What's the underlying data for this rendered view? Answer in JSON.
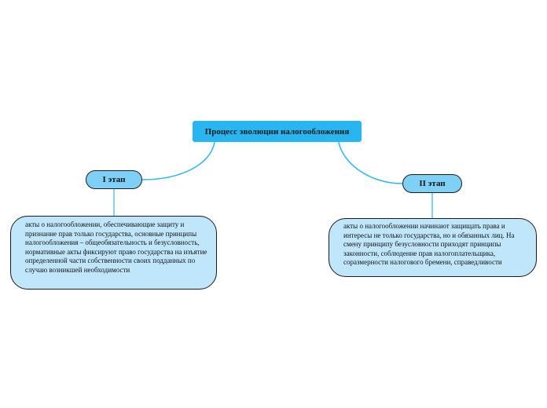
{
  "root": {
    "label": "Процесс эволюции налогообложения"
  },
  "stages": [
    {
      "label": "I этап",
      "description": "акты о налогообложении, обеспечивающие защиту и признание прав только государства, основные принципы налогообложения – общеобязательность и безусловность, нормативные акты фиксируют право государства на изъятие определенной части собственности своих подданных по случаю возникшей необходимости"
    },
    {
      "label": "II этап",
      "description": "акты о налогообложении начинают защищать права и интересы не только государства, но и обязанных лиц. На смену принципу безусловности приходят принципы законности, соблюдение прав налогоплательщика, соразмерности налогового бремени, справедливости"
    }
  ],
  "colors": {
    "root_fill": "#29b6f0",
    "stage_fill": "#7fd0f7",
    "note_fill": "#bfe6fb",
    "connector": "#29b6f0"
  }
}
